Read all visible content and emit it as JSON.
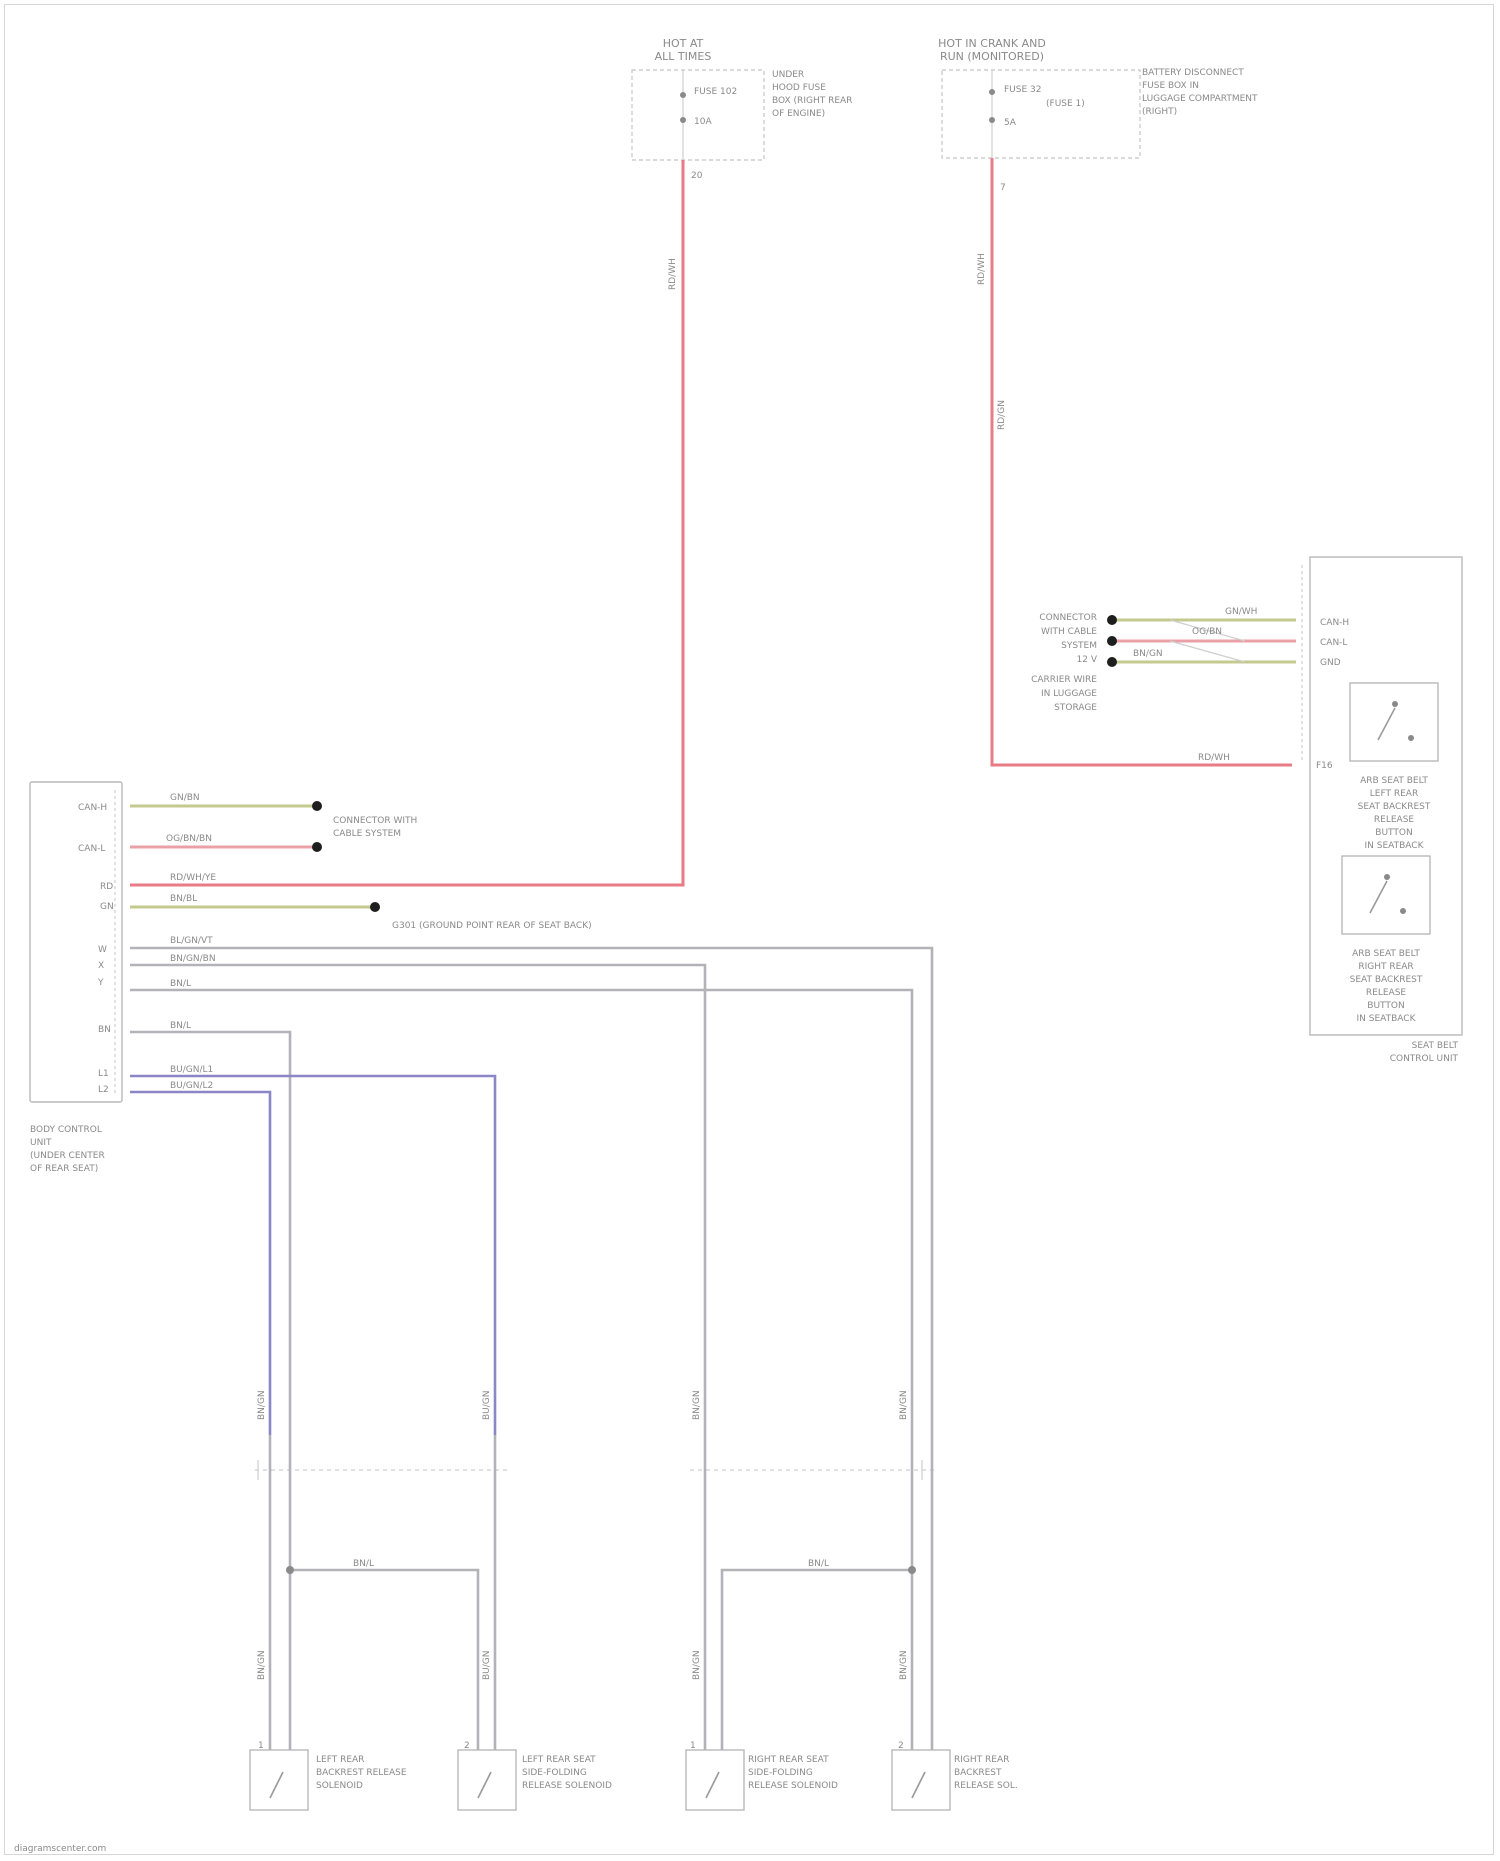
{
  "diagram": {
    "fuse_box_1": {
      "header": [
        "HOT AT",
        "ALL TIMES"
      ],
      "fuse_label": "FUSE 102",
      "amp_label": "10A",
      "side_text": [
        "UNDER",
        "HOOD FUSE",
        "BOX (RIGHT REAR",
        "OF ENGINE)"
      ],
      "pin": "20",
      "wire_code": "RD/WH"
    },
    "fuse_box_2": {
      "header": [
        "HOT IN CRANK AND",
        "RUN (MONITORED)"
      ],
      "fuse_label": "FUSE 32",
      "fuse_sub": "(FUSE 1)",
      "amp_label": "5A",
      "side_text": [
        "BATTERY DISCONNECT",
        "FUSE BOX IN",
        "LUGGAGE COMPARTMENT",
        "(RIGHT)"
      ],
      "pin": "7",
      "wire_code_upper": "RD/WH",
      "wire_code_lower": "RD/GN"
    },
    "seat_control_unit": {
      "title": [
        "SEAT BELT",
        "CONTROL UNIT"
      ],
      "conn_labels": [
        "CAN-H",
        "CAN-L",
        "GND"
      ],
      "wire_labels": [
        "GN/WH",
        "OG/BN",
        "BN/GN"
      ],
      "pin_label": "F16",
      "wire_red_label": "RD/WH",
      "left_labels": [
        "CONNECTOR",
        "WITH CABLE",
        "SYSTEM",
        "12 V",
        "CARRIER WIRE",
        "IN LUGGAGE",
        "STORAGE"
      ],
      "button_1": [
        "ARB SEAT BELT",
        "LEFT REAR",
        "SEAT BACKREST",
        "RELEASE",
        "BUTTON",
        "IN SEATBACK"
      ],
      "button_2": [
        "ARB SEAT BELT",
        "RIGHT REAR",
        "SEAT BACKREST",
        "RELEASE",
        "BUTTON",
        "IN SEATBACK"
      ]
    },
    "body_control_unit": {
      "title": [
        "BODY CONTROL",
        "UNIT",
        "(UNDER CENTER",
        "OF REAR SEAT)"
      ],
      "pin_labels": [
        "CAN-H",
        "CAN-L",
        "RD",
        "GN",
        "W",
        "X",
        "Y",
        "BN",
        "L1",
        "L2"
      ],
      "wire_labels": [
        "GN/BN",
        "OG/BN/BN",
        "RD/WH/YE",
        "BN/BL",
        "BL/GN/VT",
        "BN/GN/BN",
        "BN/L",
        "BN/L",
        "BU/GN/L1",
        "BU/GN/L2"
      ],
      "ref_1": [
        "CONNECTOR WITH",
        "CABLE SYSTEM"
      ],
      "ref_2": "G301 (GROUND POINT REAR OF SEAT BACK)"
    },
    "bottom_motors": [
      {
        "name": [
          "LEFT REAR",
          "BACKREST RELEASE",
          "SOLENOID"
        ],
        "wire_top": "BN/GN",
        "wire_bot": "BN/GN",
        "pin": "1"
      },
      {
        "name": [
          "LEFT REAR SEAT",
          "SIDE-FOLDING",
          "RELEASE SOLENOID"
        ],
        "wire_top": "BU/GN",
        "wire_bot": "BU/GN",
        "pin": "2"
      },
      {
        "name": [
          "RIGHT REAR SEAT",
          "SIDE-FOLDING",
          "RELEASE SOLENOID"
        ],
        "wire_top": "BN/GN",
        "wire_bot": "BN/GN",
        "pin": "1"
      },
      {
        "name": [
          "RIGHT REAR",
          "BACKREST",
          "RELEASE SOL."
        ],
        "wire_top": "BN/GN",
        "wire_bot": "BN/GN",
        "pin": "2"
      }
    ],
    "horizontal_labels": [
      "BN/L",
      "BN/L"
    ],
    "footer": "diagramscenter.com"
  }
}
